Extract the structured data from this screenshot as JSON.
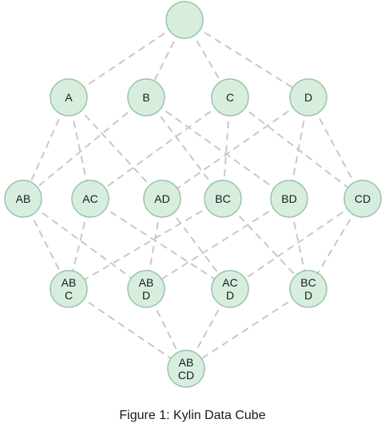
{
  "caption": "Figure 1: Kylin Data Cube",
  "colors": {
    "node_fill": "#d7eedf",
    "node_stroke": "#9ac4a8",
    "edge": "#c8c8c8"
  },
  "nodes": [
    {
      "id": "apex",
      "lines": []
    },
    {
      "id": "A",
      "lines": [
        "A"
      ]
    },
    {
      "id": "B",
      "lines": [
        "B"
      ]
    },
    {
      "id": "C",
      "lines": [
        "C"
      ]
    },
    {
      "id": "D",
      "lines": [
        "D"
      ]
    },
    {
      "id": "AB",
      "lines": [
        "AB"
      ]
    },
    {
      "id": "AC",
      "lines": [
        "AC"
      ]
    },
    {
      "id": "AD",
      "lines": [
        "AD"
      ]
    },
    {
      "id": "BC",
      "lines": [
        "BC"
      ]
    },
    {
      "id": "BD",
      "lines": [
        "BD"
      ]
    },
    {
      "id": "CD",
      "lines": [
        "CD"
      ]
    },
    {
      "id": "ABC",
      "lines": [
        "AB",
        "C"
      ]
    },
    {
      "id": "ABD",
      "lines": [
        "AB",
        "D"
      ]
    },
    {
      "id": "ACD",
      "lines": [
        "AC",
        "D"
      ]
    },
    {
      "id": "BCD",
      "lines": [
        "BC",
        "D"
      ]
    },
    {
      "id": "ABCD",
      "lines": [
        "AB",
        "CD"
      ]
    }
  ],
  "edges": [
    [
      "apex",
      "A"
    ],
    [
      "apex",
      "B"
    ],
    [
      "apex",
      "C"
    ],
    [
      "apex",
      "D"
    ],
    [
      "A",
      "AB"
    ],
    [
      "A",
      "AC"
    ],
    [
      "A",
      "AD"
    ],
    [
      "B",
      "AB"
    ],
    [
      "B",
      "BC"
    ],
    [
      "B",
      "BD"
    ],
    [
      "C",
      "AC"
    ],
    [
      "C",
      "BC"
    ],
    [
      "C",
      "CD"
    ],
    [
      "D",
      "AD"
    ],
    [
      "D",
      "BD"
    ],
    [
      "D",
      "CD"
    ],
    [
      "AB",
      "ABC"
    ],
    [
      "AB",
      "ABD"
    ],
    [
      "AC",
      "ABC"
    ],
    [
      "AC",
      "ACD"
    ],
    [
      "AD",
      "ABD"
    ],
    [
      "AD",
      "ACD"
    ],
    [
      "BC",
      "ABC"
    ],
    [
      "BC",
      "BCD"
    ],
    [
      "BD",
      "ABD"
    ],
    [
      "BD",
      "BCD"
    ],
    [
      "CD",
      "ACD"
    ],
    [
      "CD",
      "BCD"
    ],
    [
      "ABC",
      "ABCD"
    ],
    [
      "ABD",
      "ABCD"
    ],
    [
      "ACD",
      "ABCD"
    ],
    [
      "BCD",
      "ABCD"
    ]
  ]
}
